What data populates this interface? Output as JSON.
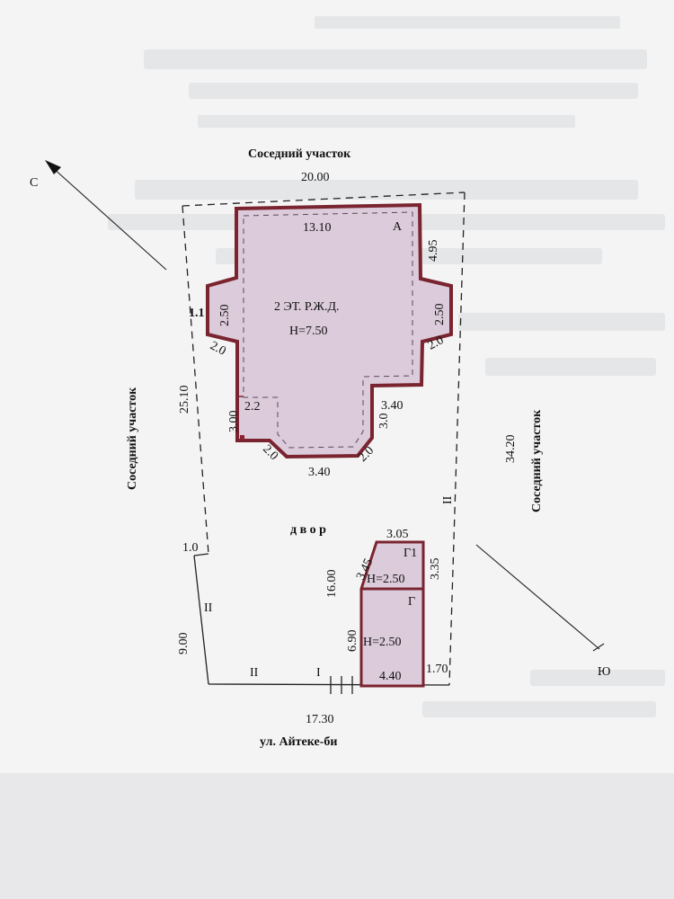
{
  "colors": {
    "paper": "#f4f4f4",
    "building_fill": "#dccbdb",
    "building_edge": "#7a2430",
    "ink": "#111111"
  },
  "compass": {
    "north": "С",
    "south": "Ю"
  },
  "neighbors": {
    "top": "Соседний участок",
    "left": "Соседний участок",
    "right": "Соседний участок"
  },
  "street": "ул. Айтеке-би",
  "yard_label": "д в о р",
  "plot": {
    "top": "20.00",
    "left_upper": "25.10",
    "left_step": "1.0",
    "left_lower": "9.00",
    "right": "34.20",
    "bottom": "17.30",
    "bottom_right_gap": "1.70",
    "yard_depth": "16.00"
  },
  "fence": {
    "marks": [
      "II",
      "II",
      "II",
      "I"
    ]
  },
  "house": {
    "label": "2 ЭТ. Р.Ж.Д.",
    "height": "H=7.50",
    "letter": "А",
    "dims": {
      "top": "13.10",
      "top_right": "4.95",
      "bay_left_width": "2.50",
      "bay_left_offset": "1.1",
      "bay_left_diag": "2.0",
      "bay_right_width": "2.50",
      "bay_right_diag": "2.0",
      "notch_left_w": "2.2",
      "notch_left_h": "3.00",
      "notch_right_w": "3.40",
      "notch_right_h": "3.0",
      "bottom_diag_left": "2.0",
      "bottom_diag_right": "2.0",
      "bottom": "3.40"
    }
  },
  "garage": {
    "letter_main": "Г",
    "letter_annex": "Г1",
    "annex_height": "H=2.50",
    "main_height": "H=2.50",
    "dims": {
      "top": "3.05",
      "annex_right": "3.35",
      "annex_diag": "3.45",
      "main_left": "6.90",
      "bottom": "4.40"
    }
  }
}
